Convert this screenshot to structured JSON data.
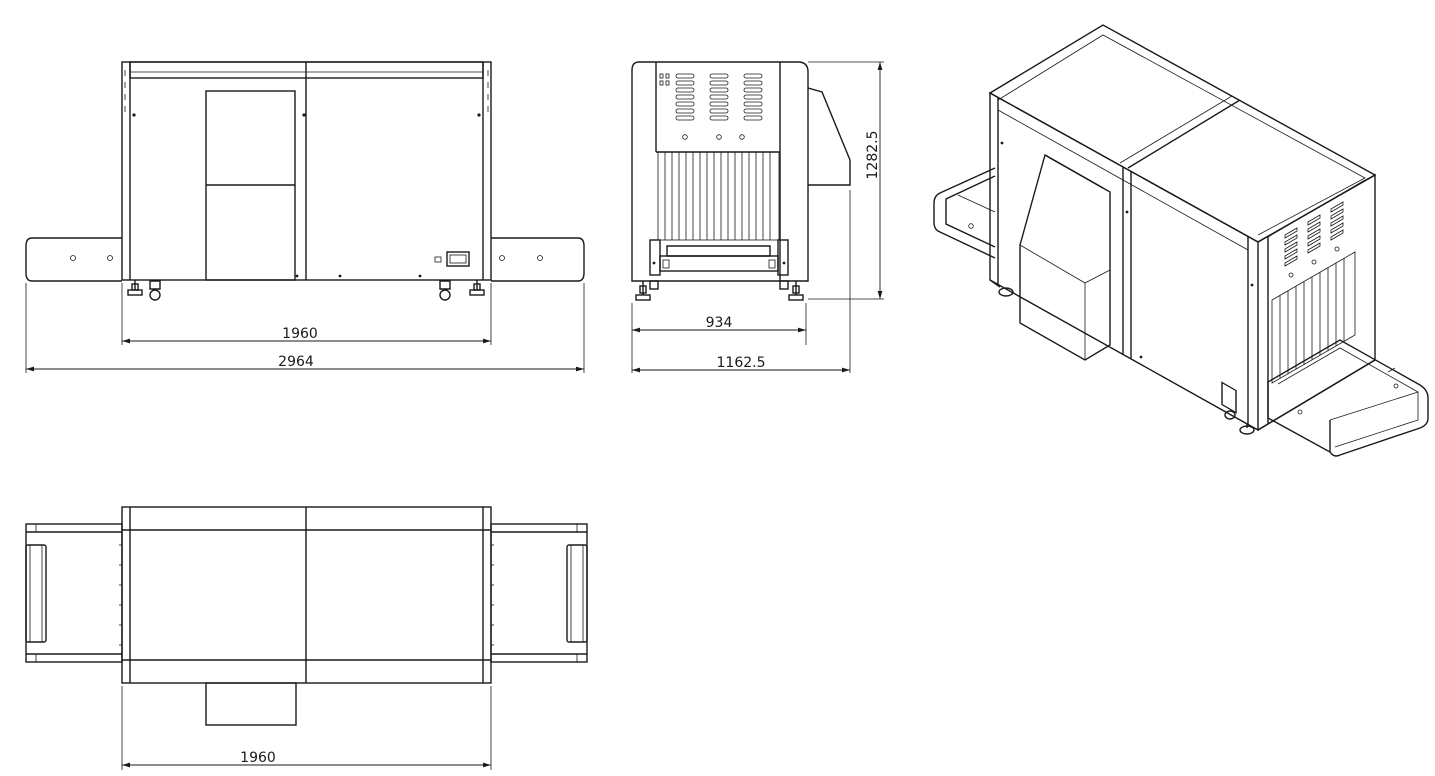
{
  "views": {
    "front": {
      "dims": {
        "inner_width": "1960",
        "overall_width": "2964"
      }
    },
    "side": {
      "dims": {
        "inner_width": "934",
        "overall_width": "1162.5",
        "height": "1282.5"
      }
    },
    "top": {
      "dims": {
        "inner_width": "1960"
      }
    }
  },
  "colors": {
    "line": "#1a1a1a",
    "background": "#ffffff"
  }
}
